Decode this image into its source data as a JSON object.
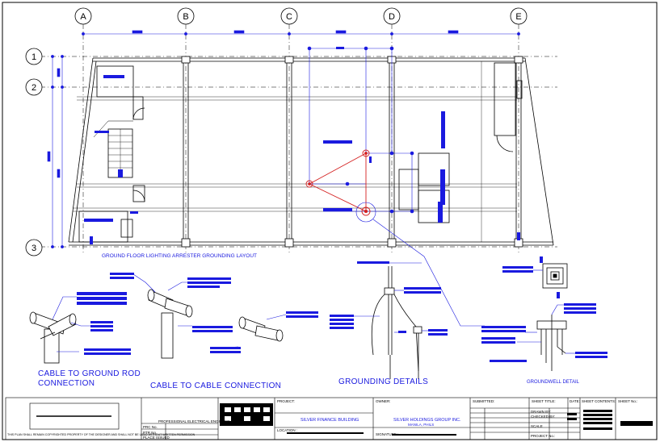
{
  "grid": {
    "columns": [
      "A",
      "B",
      "C",
      "D",
      "E"
    ],
    "rows": [
      "1",
      "2",
      "3"
    ]
  },
  "captions": {
    "layout": "GROUND FLOOR LIGHTING ARRESTER GROUNDING LAYOUT",
    "cable_to_rod_1": "CABLE TO GROUND ROD",
    "cable_to_rod_2": "CONNECTION",
    "cable_to_cable": "CABLE TO CABLE CONNECTION",
    "grounding_details": "GROUNDING DETAILS",
    "groundwell": "GROUNDWELL DETAIL"
  },
  "title_block": {
    "project_label": "PROJECT:",
    "project_name": "SILVER FINANCE BUILDING",
    "location_label": "LOCATION :",
    "owner_label": "OWNER:",
    "owner_name": "SILVER HOLDINGS GROUP INC.",
    "owner_sub": "MANILA, PHILS",
    "signature_label": "SIGNATURE :",
    "submitted_label": "SUBMITTED:",
    "sheet_title_label": "SHEET TITLE:",
    "date_label": "DATE:",
    "sheet_contents_label": "SHEET CONTENTS:",
    "sheet_no_label": "SHEET No.:",
    "engineer_title": "PROFESSIONAL ELECTRICAL ENGINEER",
    "prc_label": "PRC No.",
    "ptr_label": "PTR No.",
    "place_label": "PLACE ISSUED",
    "scale_label": "SCALE",
    "drawn_label": "DRAWN BY:",
    "checked_label": "CHECKED BY:",
    "project_no_label": "PROJECT No.:",
    "footer_note": "THIS PLAN SHALL REMAIN COPYRIGHTED PROPERTY OF THE DESIGNER AND SHALL NOT BE USED WITHOUT WRITTEN PERMISSION"
  },
  "colors": {
    "line": "#000000",
    "label": "#1a1adf",
    "ground_link": "#d42020"
  }
}
